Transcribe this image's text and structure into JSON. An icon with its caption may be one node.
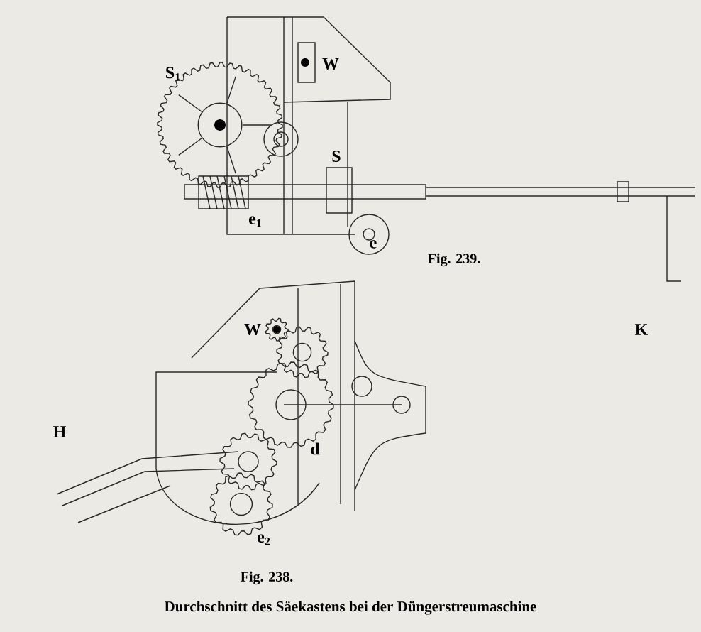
{
  "diagram": {
    "caption": "Durchschnitt des Säekastens bei der Düngerstreumaschine",
    "labels": [
      "S$_{1}$",
      "W",
      "S",
      "e$_{1}$",
      "e",
      "Fig. 239.",
      "K",
      "W",
      "d",
      "H",
      "e$_{2}$",
      "Fig. 238."
    ]
  }
}
